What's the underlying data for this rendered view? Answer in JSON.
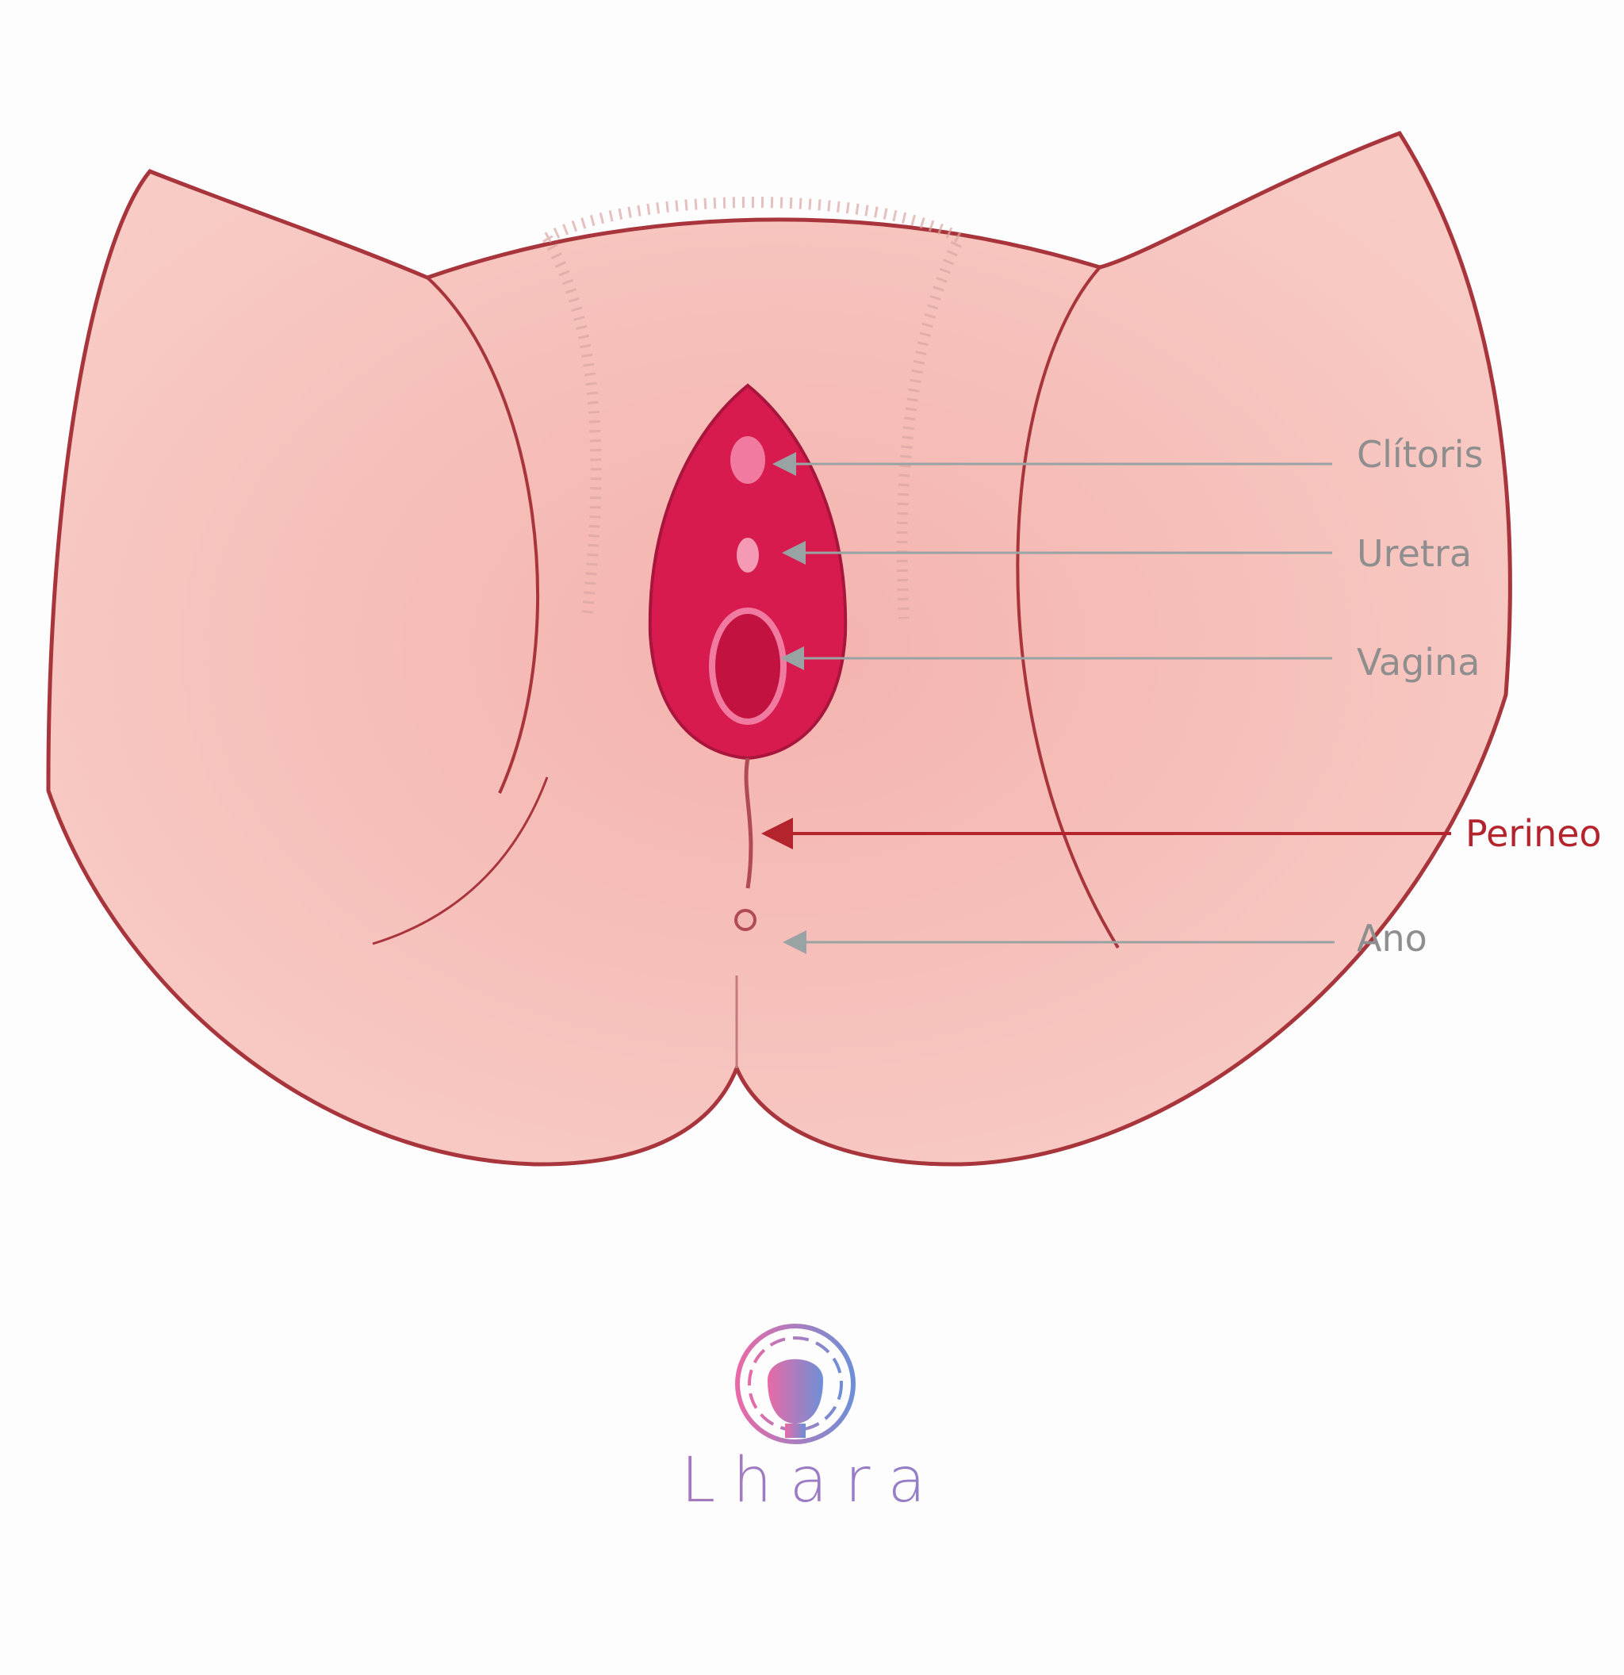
{
  "diagram": {
    "labels": [
      {
        "id": "clitoris",
        "text": "Clítoris",
        "highlight": false
      },
      {
        "id": "uretra",
        "text": "Uretra",
        "highlight": false
      },
      {
        "id": "vagina",
        "text": "Vagina",
        "highlight": false
      },
      {
        "id": "perineo",
        "text": "Perineo",
        "highlight": true
      },
      {
        "id": "ano",
        "text": "Ano",
        "highlight": false
      }
    ],
    "colors": {
      "skin": "#f6c3bd",
      "outline": "#a8353c",
      "tissue": "#d81b4f",
      "label": "#8e8e8e",
      "highlight": "#b3242d",
      "leader": "#9aa3a3"
    }
  },
  "brand": {
    "name": "Lhara"
  }
}
